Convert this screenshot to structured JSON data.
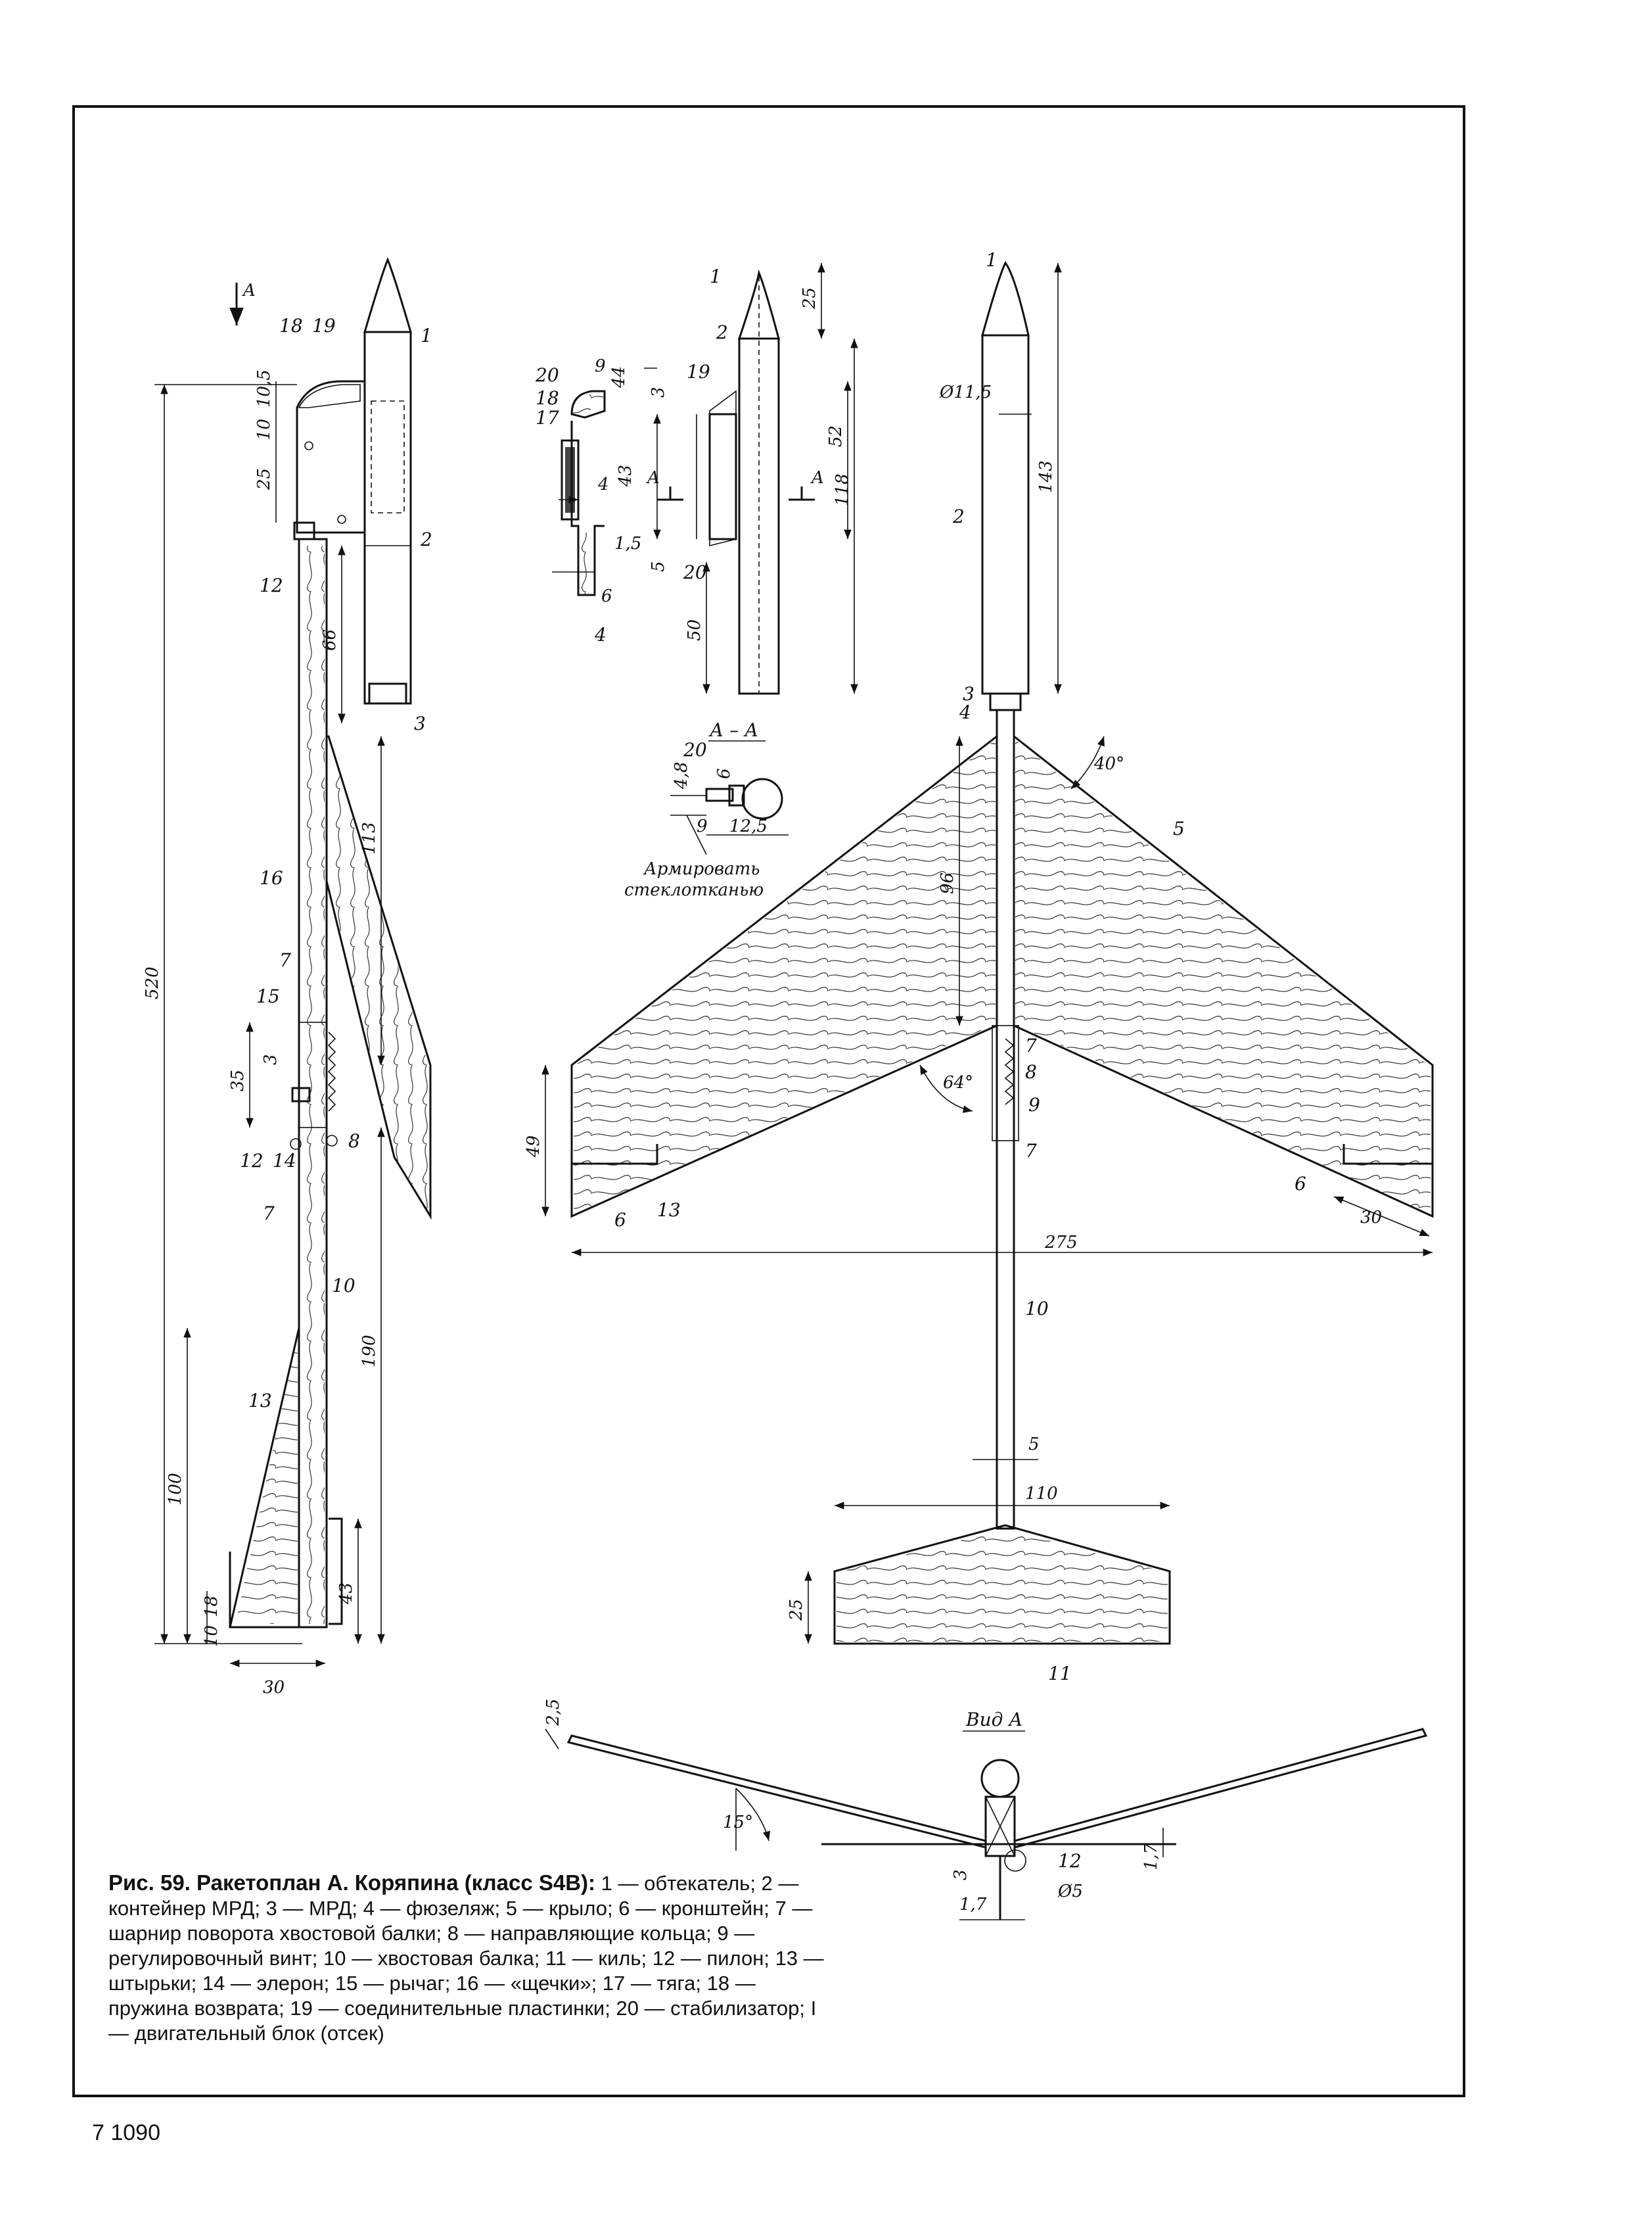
{
  "figure": {
    "caption_title": "Рис. 59. Ракетоплан А. Коряпина (класс S4B):",
    "caption_body": "1 — обтекатель; 2 — контейнер МРД; 3 — МРД; 4 — фюзеляж; 5 — крыло; 6 — кронштейн; 7 — шарнир поворота хвостовой балки; 8 — направляющие кольца; 9 — регулировочный винт; 10 — хвостовая балка; 11 — киль; 12 — пилон; 13 — штырьки; 14 — элерон; 15 — рычаг; 16 — «щечки»; 17 — тяга; 18 — пружина возврата; 19 — соединительные пластинки; 20 — стабилизатор; I — двигательный блок (отсек)"
  },
  "page": {
    "number": "7   1090"
  },
  "side_view": {
    "view_arrow": "A",
    "dims": [
      "520",
      "10,5",
      "10",
      "25",
      "66",
      "113",
      "35",
      "3",
      "190",
      "100",
      "18",
      "10",
      "43",
      "30"
    ],
    "parts": [
      "1",
      "2",
      "3",
      "18",
      "19",
      "12",
      "16",
      "7",
      "15",
      "12",
      "14",
      "8",
      "7",
      "10",
      "13"
    ]
  },
  "detail_view": {
    "dims": [
      "9",
      "44",
      "3",
      "43",
      "4",
      "1,5",
      "5",
      "6",
      "25",
      "52",
      "118",
      "50"
    ],
    "parts": [
      "20",
      "18",
      "17",
      "19",
      "20",
      "4",
      "1",
      "2"
    ],
    "section_marks": [
      "A",
      "A"
    ]
  },
  "section_aa": {
    "title": "А – А",
    "dims": [
      "4,8",
      "6",
      "9",
      "12,5"
    ],
    "part": "20",
    "note_line1": "Армировать",
    "note_line2": "стеклотканью"
  },
  "top_view": {
    "dims": [
      "Ø11,5",
      "143",
      "96",
      "40°",
      "64°",
      "49",
      "275",
      "30",
      "5",
      "110",
      "25"
    ],
    "parts": [
      "1",
      "2",
      "3",
      "4",
      "5",
      "7",
      "8",
      "9",
      "7",
      "6",
      "13",
      "6",
      "10",
      "11"
    ]
  },
  "front_view": {
    "title": "Вид А",
    "dims": [
      "2,5",
      "15°",
      "3",
      "1,7",
      "1,7",
      "Ø5"
    ],
    "parts": [
      "12"
    ]
  }
}
